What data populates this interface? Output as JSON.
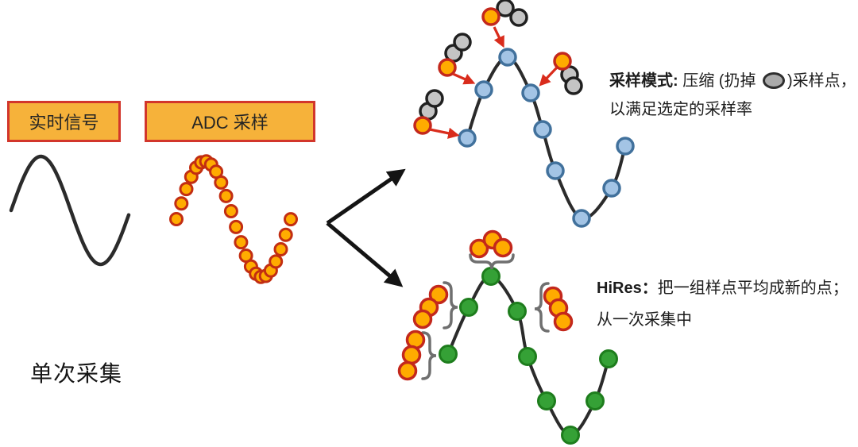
{
  "labels": {
    "realtime_signal": "实时信号",
    "adc_sampling": "ADC 采样",
    "single_acquisition": "单次采集"
  },
  "notes": {
    "sample_mode": {
      "label": "采样模式:",
      "before_icon": " 压缩 (扔掉 ",
      "after_icon": ")采样点，",
      "line2": "以满足选定的采样率"
    },
    "hires": {
      "label": "HiRes：",
      "line1": "把一组样点平均成新的点；",
      "line2": "从一次采集中"
    }
  },
  "icons": {
    "inline_discarded_sample_icon": "gray-ellipse"
  },
  "diagram": {
    "adc_wave_dot_count": 24,
    "sample_mode_wave": {
      "kept_point_count": 9,
      "discard_group_count": 4,
      "dots_per_discard_group": {
        "orange_kept": 1,
        "gray_discarded": 2
      }
    },
    "hires_wave": {
      "averaged_point_count": 9,
      "sample_group_count": 4,
      "orange_dots_per_group": 3
    }
  },
  "colors": {
    "wave_line": "#2b2b2b",
    "arrow_black": "#141414",
    "arrow_red": "#d92c1c",
    "box_fill": "#f6b23a",
    "box_border": "#d2362b",
    "box_text": "#242424",
    "adc_dot_fill": "#ffac00",
    "adc_dot_stroke": "#c22e12",
    "blue_dot_fill": "#a3c4e5",
    "blue_dot_stroke": "#41719c",
    "gray_dot_fill": "#c4c4c4",
    "gray_dot_stroke": "#202020",
    "orange_dot_fill": "#ffab00",
    "orange_dot_stroke": "#c3281c",
    "green_dot_fill": "#35a136",
    "green_dot_stroke": "#1e7d1d",
    "brace": "#6f6f6f",
    "text": "#1c1c1c",
    "inline_fill": "#ababab",
    "inline_stroke": "#2f2f2f"
  }
}
